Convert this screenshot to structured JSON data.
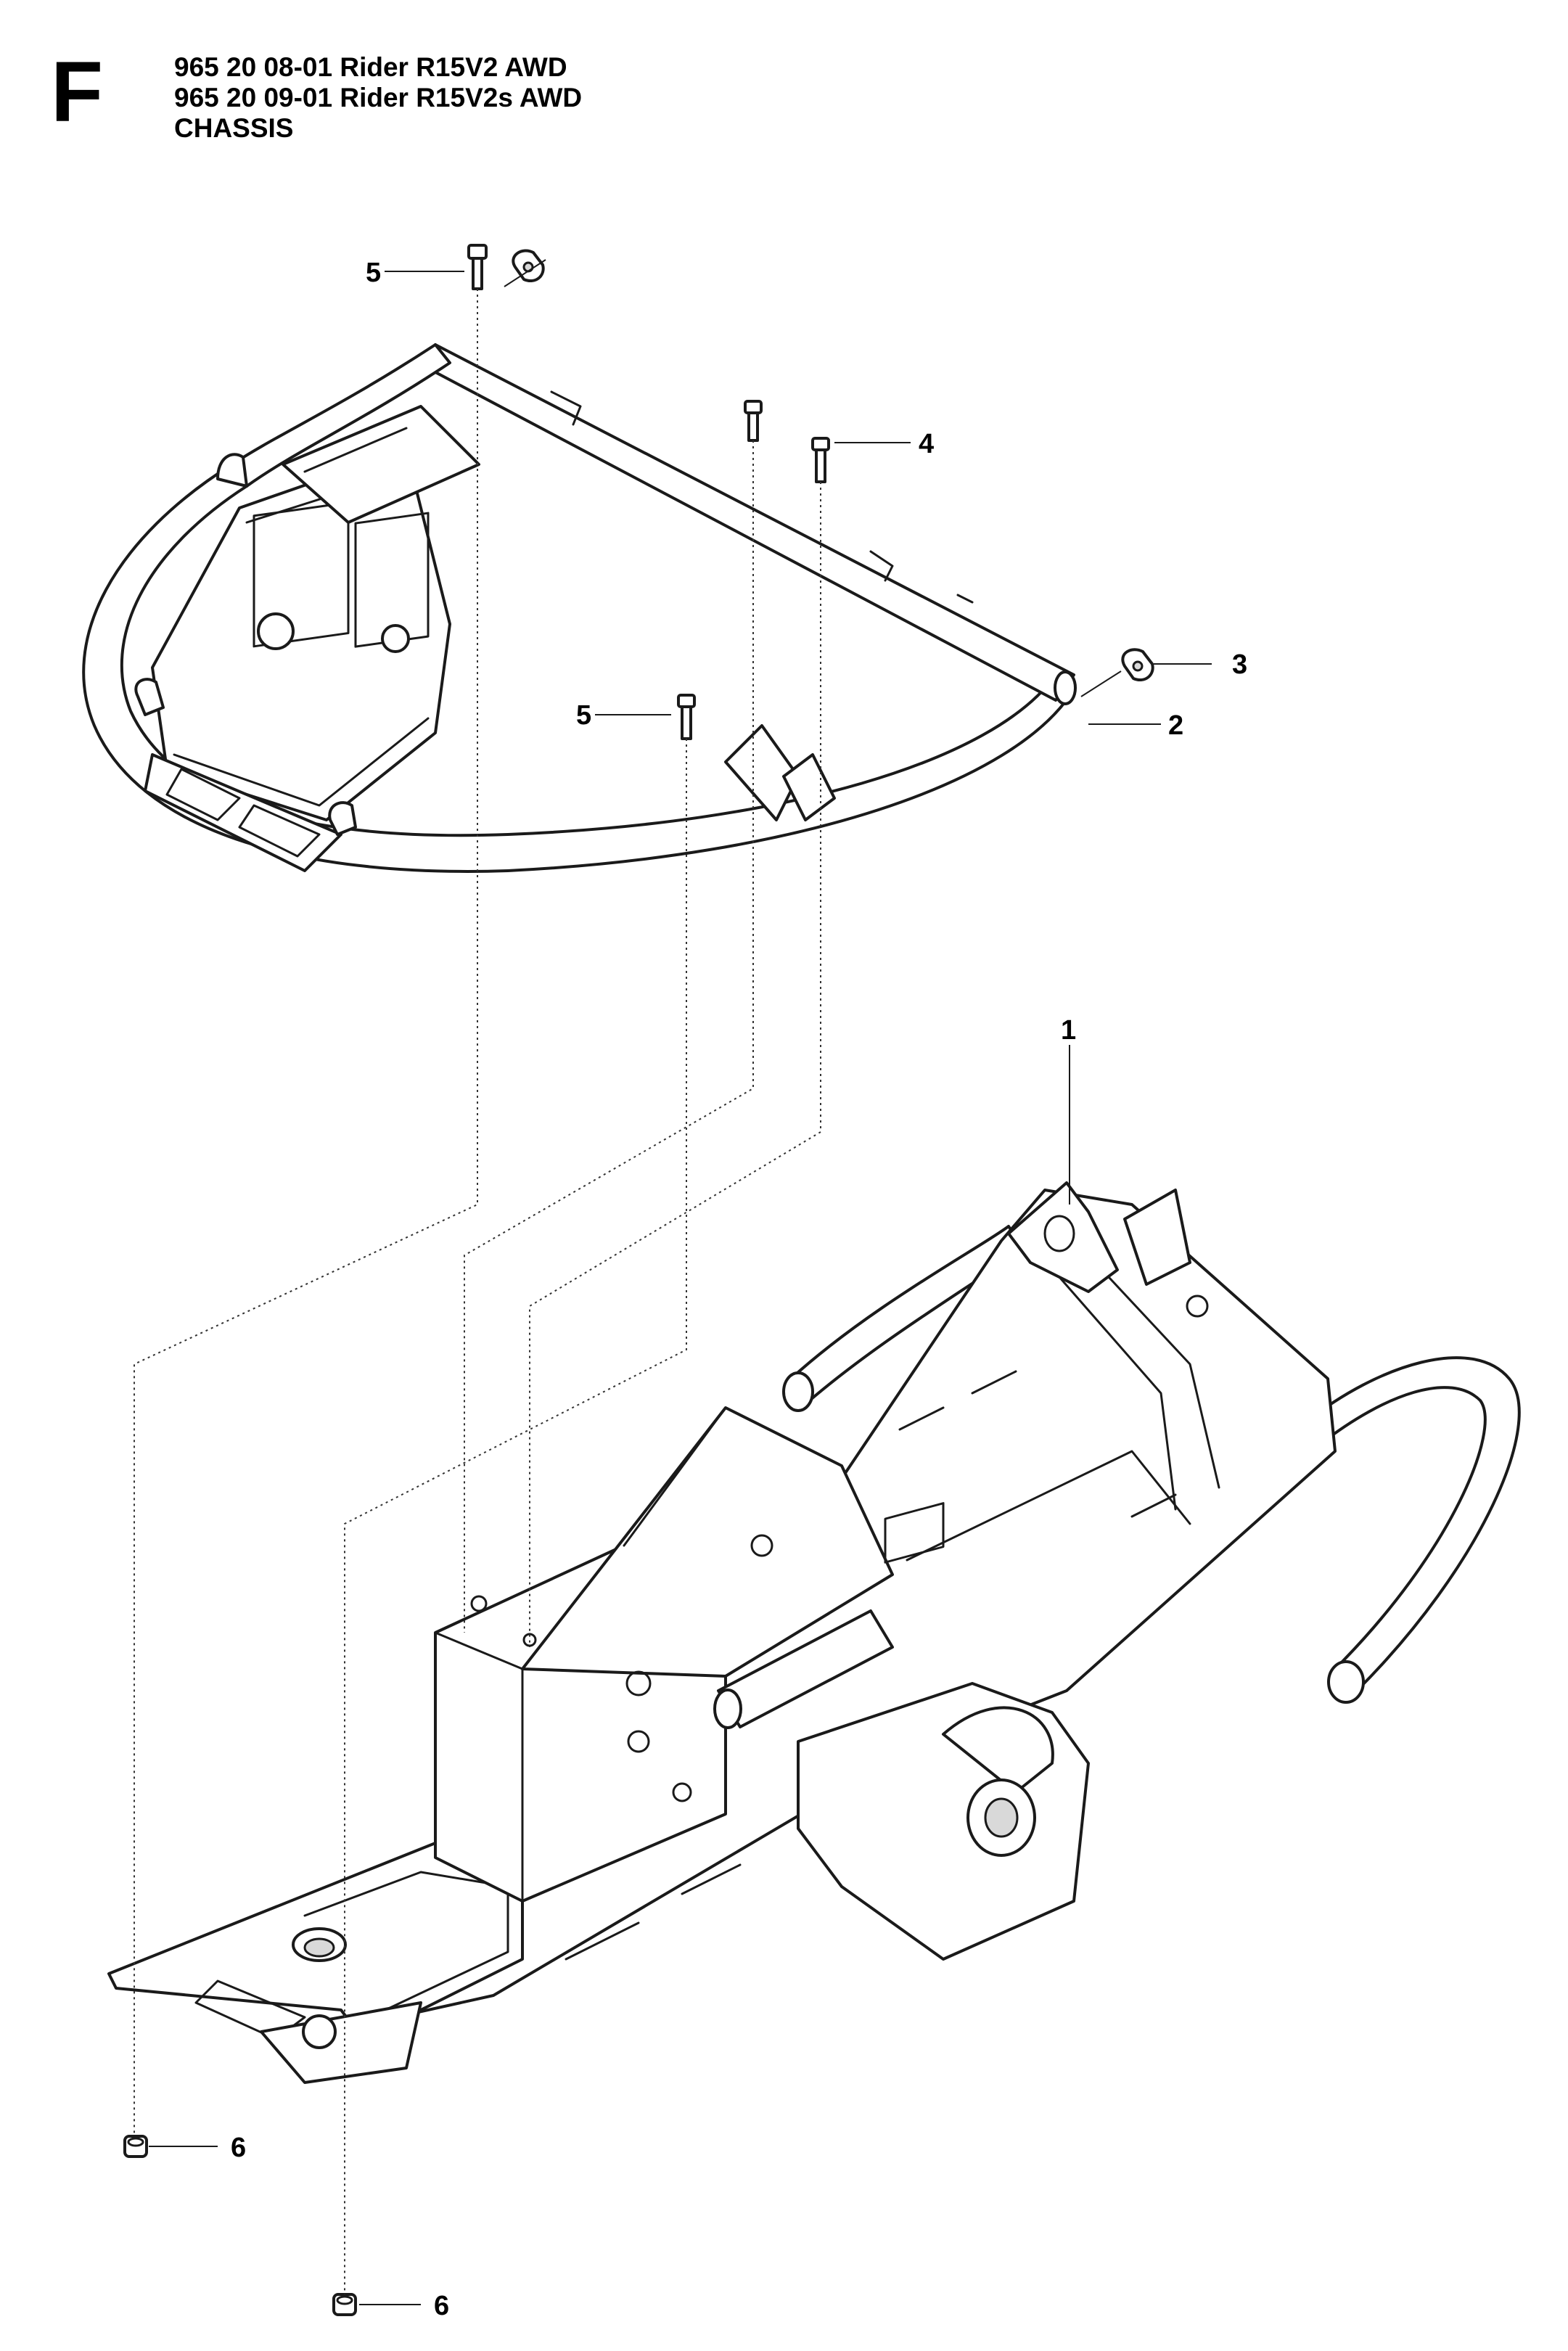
{
  "header": {
    "section_letter": "F",
    "lines": [
      "965 20 08-01 Rider R15V2 AWD",
      "965 20 09-01 Rider R15V2s AWD",
      "CHASSIS"
    ]
  },
  "callouts": [
    {
      "id": "c1",
      "label": "1"
    },
    {
      "id": "c2",
      "label": "2"
    },
    {
      "id": "c3",
      "label": "3"
    },
    {
      "id": "c4",
      "label": "4"
    },
    {
      "id": "c5a",
      "label": "5"
    },
    {
      "id": "c5b",
      "label": "5"
    },
    {
      "id": "c6a",
      "label": "6"
    },
    {
      "id": "c6b",
      "label": "6"
    }
  ]
}
